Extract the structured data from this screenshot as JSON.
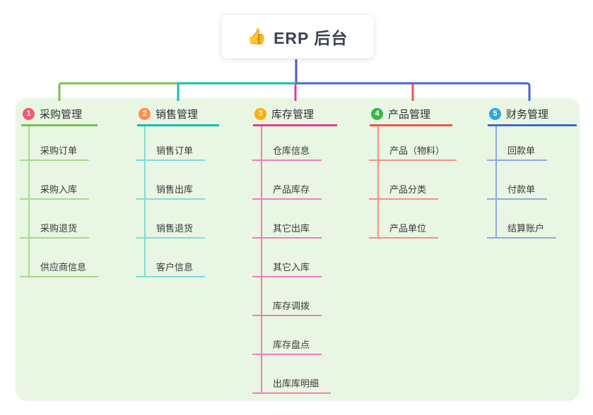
{
  "root": {
    "icon": "👍",
    "title": "ERP 后台"
  },
  "colors": {
    "canvas": "#ffffff",
    "panel": "#e8f6e3",
    "root_text": "#3a4254",
    "root_connector": "#4a5cc8",
    "header_text": "#2f2f2f",
    "item_text": "#3a3a3a"
  },
  "branches": [
    {
      "number": "1",
      "label": "采购管理",
      "badge_color": "#f4586b",
      "line_color": "#7cbe4e",
      "child_line_color": "#a9d98e",
      "children": [
        "采购订单",
        "采购入库",
        "采购退货",
        "供应商信息"
      ]
    },
    {
      "number": "2",
      "label": "销售管理",
      "badge_color": "#ff8e4d",
      "line_color": "#16bdb8",
      "child_line_color": "#7fdcd6",
      "children": [
        "销售订单",
        "销售出库",
        "销售退货",
        "客户信息"
      ]
    },
    {
      "number": "3",
      "label": "库存管理",
      "badge_color": "#ffad05",
      "line_color": "#e53a94",
      "child_line_color": "#f07fbb",
      "children": [
        "仓库信息",
        "产品库存",
        "其它出库",
        "其它入库",
        "库存调拨",
        "库存盘点",
        "出库库明细"
      ]
    },
    {
      "number": "4",
      "label": "产品管理",
      "badge_color": "#3db549",
      "line_color": "#f4534a",
      "child_line_color": "#f59089",
      "children": [
        "产品（物料）",
        "产品分类",
        "产品单位"
      ]
    },
    {
      "number": "5",
      "label": "财务管理",
      "badge_color": "#2fa8e0",
      "line_color": "#4568c9",
      "child_line_color": "#92a9de",
      "children": [
        "回款单",
        "付款单",
        "结算账户"
      ]
    }
  ]
}
